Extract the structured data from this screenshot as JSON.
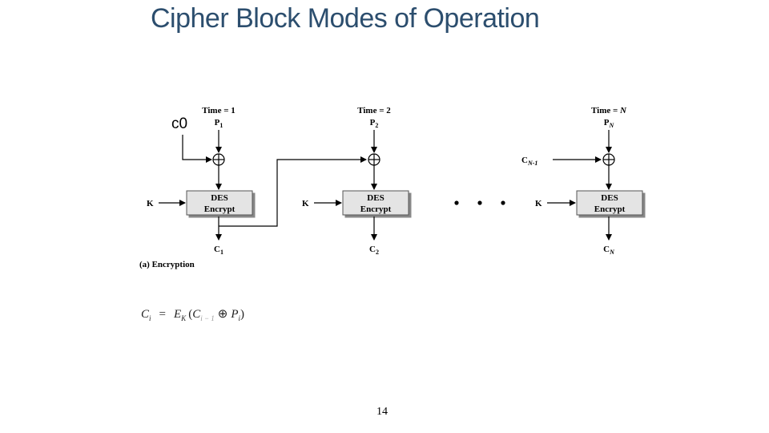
{
  "slide": {
    "title": "Cipher Block Modes of Operation",
    "page_number": "14"
  },
  "diagram": {
    "iv_label": "c0",
    "columns": [
      {
        "time_prefix": "Time = ",
        "time_value": "1",
        "plain": "P",
        "plain_sub": "1",
        "key": "K",
        "block_line1": "DES",
        "block_line2": "Encrypt",
        "cipher": "C",
        "cipher_sub": "1"
      },
      {
        "time_prefix": "Time = ",
        "time_value": "2",
        "plain": "P",
        "plain_sub": "2",
        "key": "K",
        "block_line1": "DES",
        "block_line2": "Encrypt",
        "cipher": "C",
        "cipher_sub": "2"
      },
      {
        "time_prefix": "Time = ",
        "time_value": "N",
        "plain": "P",
        "plain_sub": "N",
        "key": "K",
        "block_line1": "DES",
        "block_line2": "Encrypt",
        "cipher": "C",
        "cipher_sub": "N"
      }
    ],
    "feedback_label": "C",
    "feedback_sub": "N-1",
    "caption": "(a) Encryption"
  },
  "formula": {
    "lhs": "C",
    "lhs_sub": "i",
    "eq": "=",
    "func": "E",
    "func_sub": "K",
    "open": "(",
    "arg1": "C",
    "arg1_sub": "i − 1",
    "xor": "⊕",
    "arg2": "P",
    "arg2_sub": "i",
    "close": ")"
  }
}
